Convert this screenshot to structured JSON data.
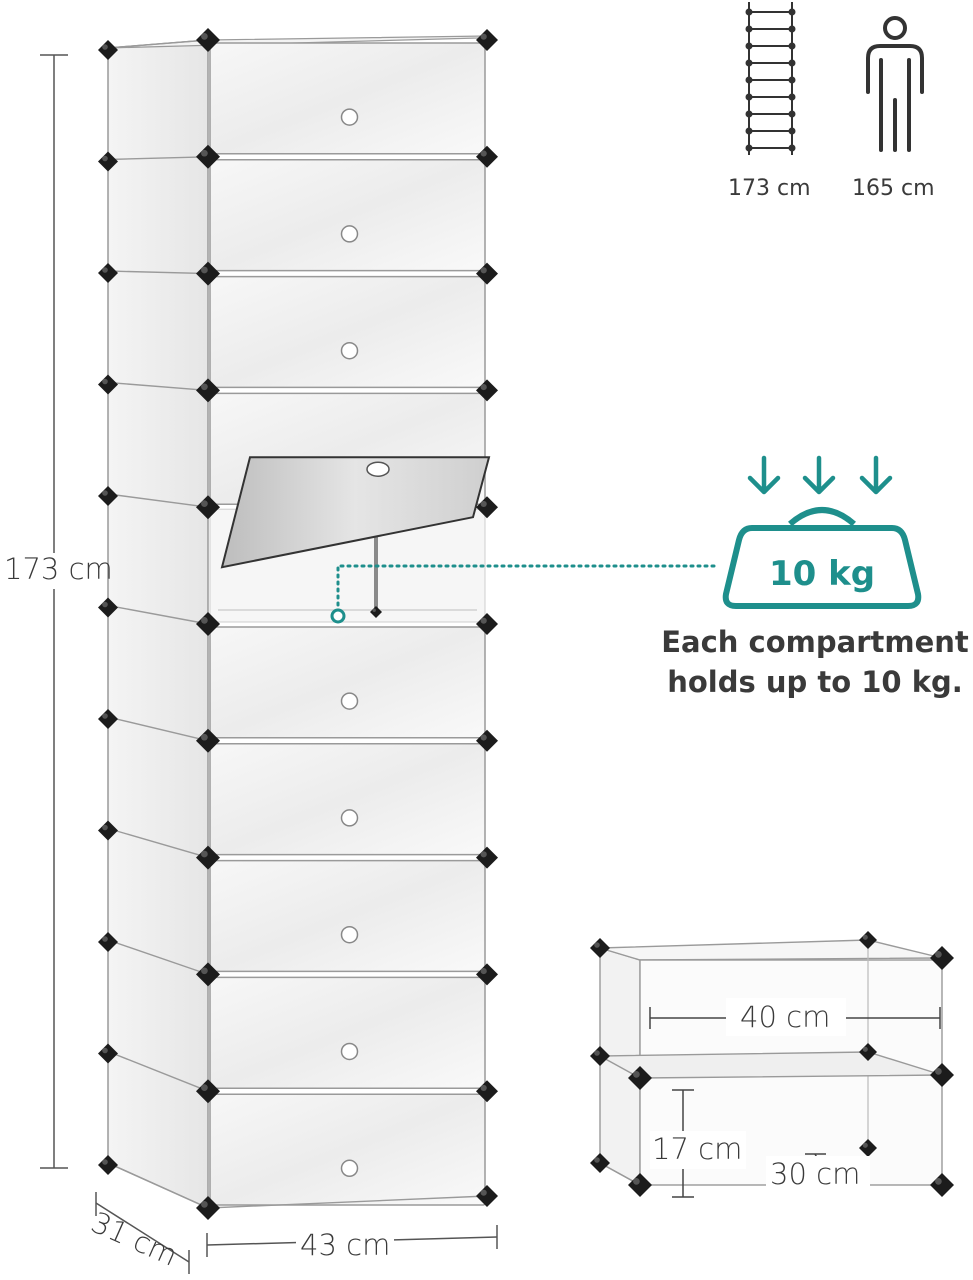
{
  "labels": {
    "height_total": "173 cm",
    "depth": "31 cm",
    "width": "43 cm",
    "ladder_height": "173 cm",
    "person_height": "165 cm",
    "module_width": "40 cm",
    "module_height": "17 cm",
    "module_depth": "30 cm"
  },
  "weight_badge": {
    "value": "10 kg",
    "caption_line1": "Each compartment",
    "caption_line2": "holds up to 10 kg."
  },
  "colors": {
    "accent": "#1e8f8c",
    "connector": "#1c1c1c",
    "panel_edge": "#9a9a9a",
    "dimension_line": "#555555"
  },
  "icons": [
    "ladder-icon",
    "person-icon",
    "down-arrow-icon",
    "weight-icon"
  ]
}
